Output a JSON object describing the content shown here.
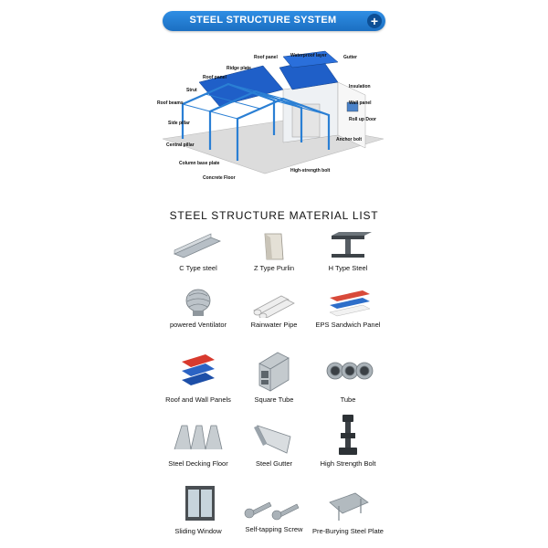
{
  "banner": {
    "title": "STEEL STRUCTURE SYSTEM",
    "plus": "+"
  },
  "diagram": {
    "labels": {
      "roof_panel_top": "Roof panel",
      "waterproof_layer": "Waterproof layer",
      "gutter": "Gutter",
      "ridge_plate": "Ridge plate",
      "roof_panel": "Roof panel",
      "insulation": "Insulation",
      "strut": "Strut",
      "wall_panel": "Wall panel",
      "roof_beams": "Roof beams",
      "roll_up_door": "Roll up Door",
      "side_pillar": "Side pillar",
      "anchor_bolt": "Anchor bolt",
      "central_pillar": "Central pillar",
      "column_base_plate": "Column base plate",
      "high_strength_bolt": "High-strength bolt",
      "concrete_floor": "Concrete Floor"
    }
  },
  "material_list": {
    "title": "STEEL STRUCTURE MATERIAL LIST",
    "items": [
      {
        "label": "C Type steel",
        "icon": "c-type-steel-icon"
      },
      {
        "label": "Z Type Purlin",
        "icon": "z-type-purlin-icon"
      },
      {
        "label": "H Type Steel",
        "icon": "h-type-steel-icon"
      },
      {
        "label": "powered Ventilator",
        "icon": "ventilator-icon"
      },
      {
        "label": "Rainwater Pipe",
        "icon": "rainwater-pipe-icon"
      },
      {
        "label": "EPS Sandwich Panel",
        "icon": "sandwich-panel-icon"
      },
      {
        "label": "Roof and Wall Panels",
        "icon": "roof-wall-panels-icon"
      },
      {
        "label": "Square Tube",
        "icon": "square-tube-icon"
      },
      {
        "label": "Tube",
        "icon": "tube-icon"
      },
      {
        "label": "Steel Decking Floor",
        "icon": "decking-floor-icon"
      },
      {
        "label": "Steel Gutter",
        "icon": "steel-gutter-icon"
      },
      {
        "label": "High Strength Bolt",
        "icon": "bolt-icon"
      },
      {
        "label": "Sliding Window",
        "icon": "sliding-window-icon"
      },
      {
        "label": "Self-tapping Screw",
        "icon": "screw-icon"
      },
      {
        "label": "Pre-Burying Steel Plate",
        "icon": "steel-plate-icon"
      }
    ]
  },
  "colors": {
    "banner": "#1f78d1",
    "roof_blue": "#1f5fc8",
    "frame_blue": "#2a7fd4",
    "steel_gray": "#9aa3ab"
  }
}
